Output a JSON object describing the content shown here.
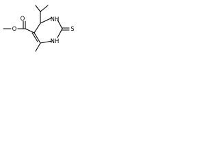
{
  "molecule": {
    "atoms": {
      "ester_carbonyl_o": "O",
      "ester_ether_o": "O",
      "nh_top": "NH",
      "nh_bottom": "NH",
      "thione_s": "S"
    }
  }
}
